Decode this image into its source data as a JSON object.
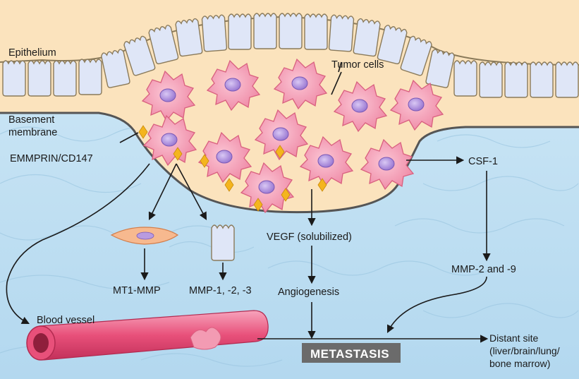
{
  "labels": {
    "epithelium": "Epithelium",
    "tumor_cells": "Tumor cells",
    "basement_line1": "Basement",
    "basement_line2": "membrane",
    "emmprin": "EMMPRIN/CD147",
    "mt1_mmp": "MT1-MMP",
    "mmp_123": "MMP-1, -2, -3",
    "vegf": "VEGF (solubilized)",
    "angiogenesis": "Angiogenesis",
    "csf1": "CSF-1",
    "mmp_29": "MMP-2 and -9",
    "blood_vessel": "Blood vessel",
    "metastasis": "METASTASIS",
    "distant_line1": "Distant site",
    "distant_line2": "(liver/brain/lung/",
    "distant_line3": "bone marrow)"
  },
  "colors": {
    "epithelium_bg": "#fbe3bd",
    "stroma_bg": "#bfe0f2",
    "tumor_cell": "#f39bb3",
    "nucleus": "#b99be0",
    "epithelial_cell": "#dfe6f7",
    "emmprin_marker": "#f4b51e",
    "blood_vessel": "#e8507a",
    "metastasis_box": "#6b6b6b"
  },
  "icons": [
    "tumor-cell-icon",
    "epithelial-cell-icon",
    "fibroblast-icon",
    "emmprin-diamond-icon",
    "blood-vessel-icon",
    "arrow-icon"
  ]
}
